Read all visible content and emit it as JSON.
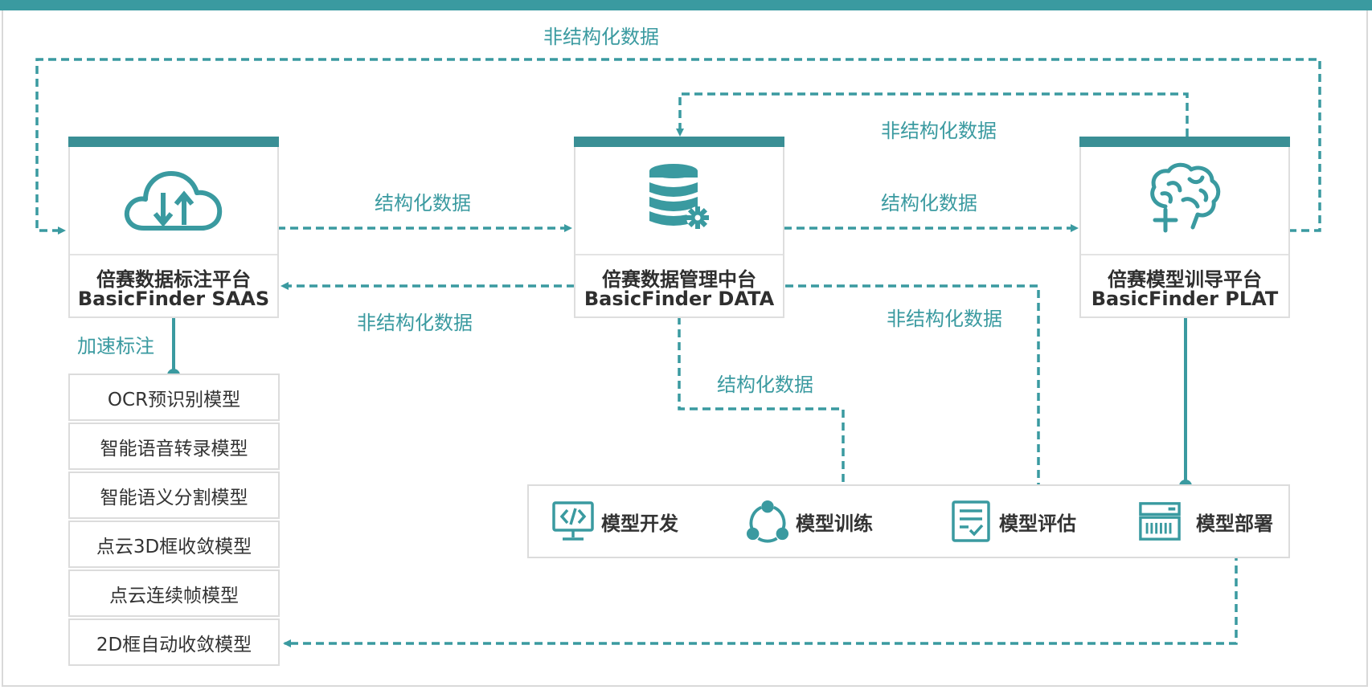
{
  "platforms": {
    "saas": {
      "name": "倍赛数据标注平台",
      "subtitle": "BasicFinder SAAS",
      "icon": "cloud-upload-download-icon"
    },
    "data": {
      "name": "倍赛数据管理中台",
      "subtitle": "BasicFinder DATA",
      "icon": "database-gear-icon"
    },
    "plat": {
      "name": "倍赛模型训导平台",
      "subtitle": "BasicFinder PLAT",
      "icon": "brain-plus-icon"
    }
  },
  "flows": {
    "top_unstructured": "非结构化数据",
    "plat_to_data_unstructured": "非结构化数据",
    "saas_to_data_structured": "结构化数据",
    "data_to_plat_structured": "结构化数据",
    "data_to_saas_unstructured": "非结构化数据",
    "data_to_eval_unstructured": "非结构化数据",
    "data_to_train_structured": "结构化数据",
    "accelerate": "加速标注"
  },
  "models": [
    "OCR预识别模型",
    "智能语音转录模型",
    "智能语义分割模型",
    "点云3D框收敛模型",
    "点云连续帧模型",
    "2D框自动收敛模型"
  ],
  "pipeline": [
    {
      "label": "模型开发",
      "icon": "code-monitor-icon"
    },
    {
      "label": "模型训练",
      "icon": "cycle-nodes-icon"
    },
    {
      "label": "模型评估",
      "icon": "checklist-icon"
    },
    {
      "label": "模型部署",
      "icon": "server-icon"
    }
  ],
  "colors": {
    "accent": "#3a9aa0",
    "header": "#3a8f95",
    "border": "#dcdcdc"
  }
}
